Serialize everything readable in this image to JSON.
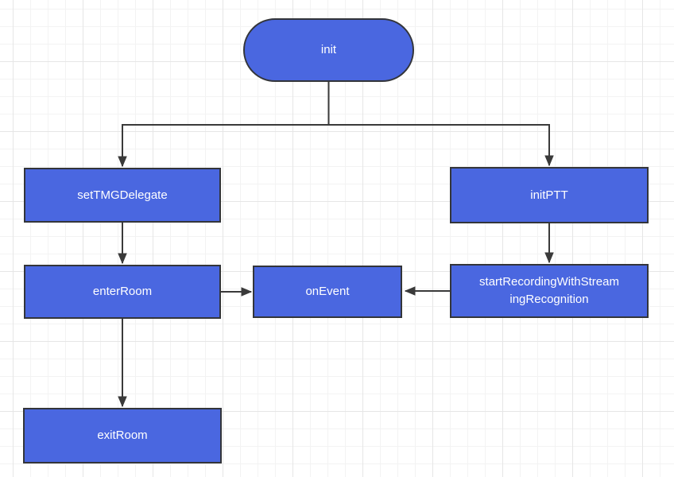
{
  "diagram": {
    "type": "flowchart",
    "colors": {
      "node_fill": "#4A67E0",
      "node_border": "#33353A",
      "edge": "#3A3A3A",
      "node_text": "#FFFFFF",
      "background": "#FFFFFF",
      "grid_minor": "#F3F3F3",
      "grid_major": "#E6E6E6"
    },
    "nodes": {
      "init": {
        "label": "init",
        "shape": "rounded"
      },
      "setTMGDelegate": {
        "label": "setTMGDelegate",
        "shape": "rect"
      },
      "initPTT": {
        "label": "initPTT",
        "shape": "rect"
      },
      "enterRoom": {
        "label": "enterRoom",
        "shape": "rect"
      },
      "onEvent": {
        "label": "onEvent",
        "shape": "rect"
      },
      "startRecording": {
        "label": "startRecordingWithStreamingRecognition",
        "lines": [
          "startRecordingWithStream",
          "ingRecognition"
        ],
        "shape": "rect"
      },
      "exitRoom": {
        "label": "exitRoom",
        "shape": "rect"
      }
    },
    "edges": [
      {
        "from": "init",
        "to": "setTMGDelegate"
      },
      {
        "from": "init",
        "to": "initPTT"
      },
      {
        "from": "setTMGDelegate",
        "to": "enterRoom"
      },
      {
        "from": "enterRoom",
        "to": "onEvent"
      },
      {
        "from": "initPTT",
        "to": "startRecording"
      },
      {
        "from": "startRecording",
        "to": "onEvent"
      },
      {
        "from": "enterRoom",
        "to": "exitRoom"
      }
    ]
  }
}
